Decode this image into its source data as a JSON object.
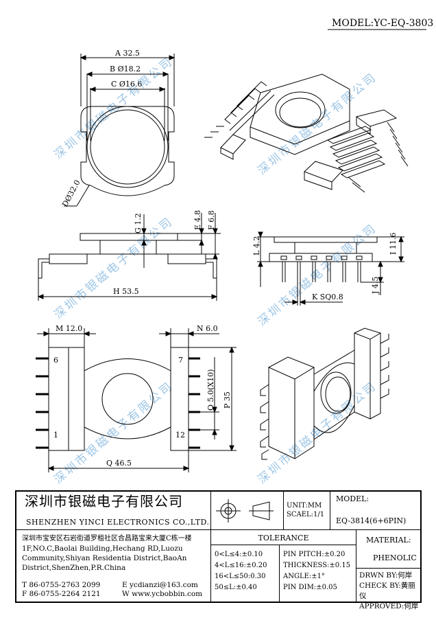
{
  "model_header": "MODEL:YC-EQ-3803",
  "watermark": "深圳市银磁电子有限公司",
  "dims": {
    "A": "A 32.5",
    "B": "B Ø18.2",
    "C": "C Ø16.6",
    "D": "DØ32.0",
    "E": "E 4.8",
    "F": "F 6.8",
    "G": "G 1.2",
    "H": "H 53.5",
    "I": "I 11.6",
    "J": "J 4.5",
    "K": "K SQ0.8",
    "L": "L 4.2",
    "M": "M 12.0",
    "N": "N 6.0",
    "O": "O 5.0(X10)",
    "P": "P 35",
    "Q": "Q 46.5"
  },
  "pins": {
    "p6": "6",
    "p1": "1",
    "p7": "7",
    "p12": "12"
  },
  "title_block": {
    "company_cn": "深圳市银磁电子有限公司",
    "company_en": "SHENZHEN YINCI ELECTRONICS CO.,LTD.",
    "address": [
      "深圳市宝安区石岩街道罗租社区合昌路宝来大厦C栋一楼",
      "1F,NO.C,Baolai Building,Hechang RD,Luozu",
      "Community,Shiyan Residentia District,BaoAn",
      "District,ShenZhen,P.R.China"
    ],
    "tel": "T 86-0755-2763 2099",
    "fax": "F 86-0755-2264 2121",
    "email": "E ycdianzi@163.com",
    "web": "W www.ycbobbin.com",
    "unit": "UNIT:MM",
    "scale": "SCAEL:1/1",
    "model_label": "MODEL:",
    "model_value": "EQ-3814(6+6PIN)",
    "tolerance_title": "TOLERANCE",
    "tolerances_left": [
      "0<L≤4:±0.10",
      "4<L≤16:±0.20",
      "16<L≤50:0.30",
      "50≤L:±0.40"
    ],
    "tolerances_right": [
      "PIN PITCH:±0.20",
      "THICKNESS:±0.15",
      "ANGLE:±1°",
      "PIN DIM:±0.05"
    ],
    "material_label": "MATERIAL:",
    "material_value": "PHENOLIC",
    "drawn": "DRWN BY:何岸",
    "check": "CHECK BY:黄丽仪",
    "approved": "APPROVED:何岸"
  }
}
